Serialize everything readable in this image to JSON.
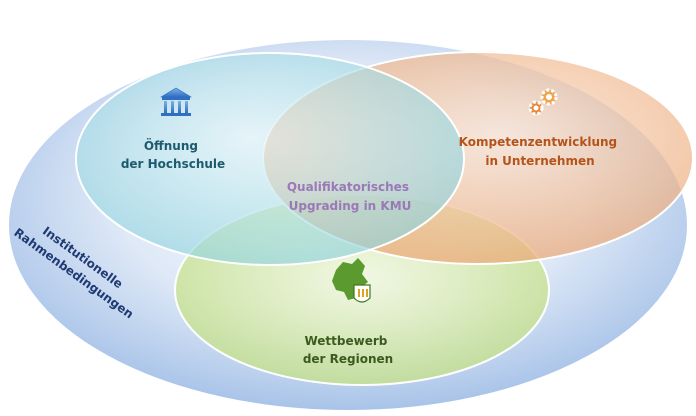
{
  "outer": {
    "label_line1": "Institutionelle",
    "label_line2": "Rahmenbedingungen",
    "color": "#9fbde6"
  },
  "hochschule": {
    "label_line1": "Öffnung",
    "label_line2": "der Hochschule",
    "icon": "university-building-icon",
    "color": "#8ad0dc"
  },
  "unternehmen": {
    "label_line1": "Kompetenzentwicklung",
    "label_line2": "in Unternehmen",
    "icon": "gears-icon",
    "color": "#eaa36e"
  },
  "regionen": {
    "label_line1": "Wettbewerb",
    "label_line2": "der Regionen",
    "icon": "region-map-shield-icon",
    "color": "#bcdc7a"
  },
  "center": {
    "label_line1": "Qualifikatorisches",
    "label_line2": "Upgrading in KMU",
    "color": "#9b78b8"
  },
  "label_colors": {
    "hochschule": "#1e5a6e",
    "unternehmen": "#b5541a",
    "regionen": "#3c5a1e",
    "outer": "#1f3a72"
  }
}
